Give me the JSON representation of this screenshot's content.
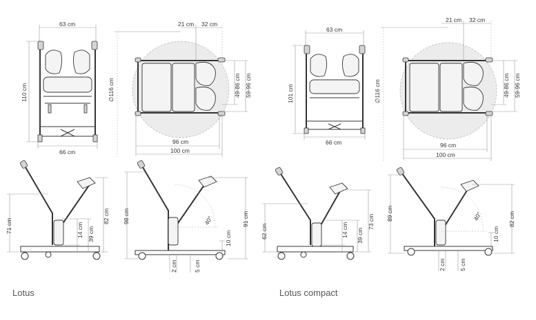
{
  "products": [
    {
      "name": "Lotus",
      "top_front": {
        "width_top": "63 cm",
        "length": "110 cm",
        "width_base": "66 cm"
      },
      "top_plan": {
        "dim_a": "21 cm",
        "dim_b": "32 cm",
        "diameter": "∅116 cm",
        "range_1": "49-86 cm",
        "range_2": "59-96 cm",
        "length_1": "96 cm",
        "length_2": "100 cm"
      },
      "side_left": {
        "total_height": "71 cm",
        "height_82": "82 cm",
        "knee_low": "14 cm",
        "knee_high": "39 cm"
      },
      "side_right": {
        "height_98": "98 cm",
        "height_91": "91 cm",
        "angle": "40°",
        "base_height": "10 cm",
        "clear_1": "2 cm",
        "clear_2": "5 cm"
      }
    },
    {
      "name": "Lotus compact",
      "top_front": {
        "width_top": "63 cm",
        "length": "101 cm",
        "width_base": "66 cm"
      },
      "top_plan": {
        "dim_a": "21 cm",
        "dim_b": "32 cm",
        "diameter": "∅116 cm",
        "range_1": "49-86 cm",
        "range_2": "59-96 cm",
        "length_1": "96 cm",
        "length_2": "100 cm"
      },
      "side_left": {
        "total_height": "62 cm",
        "height_73": "73 cm",
        "knee_low": "14 cm",
        "knee_high": "39 cm"
      },
      "side_right": {
        "height_89": "89 cm",
        "height_82": "82 cm",
        "angle": "40°",
        "base_height": "10 cm",
        "clear_1": "2 cm",
        "clear_2": "5 cm"
      }
    }
  ]
}
